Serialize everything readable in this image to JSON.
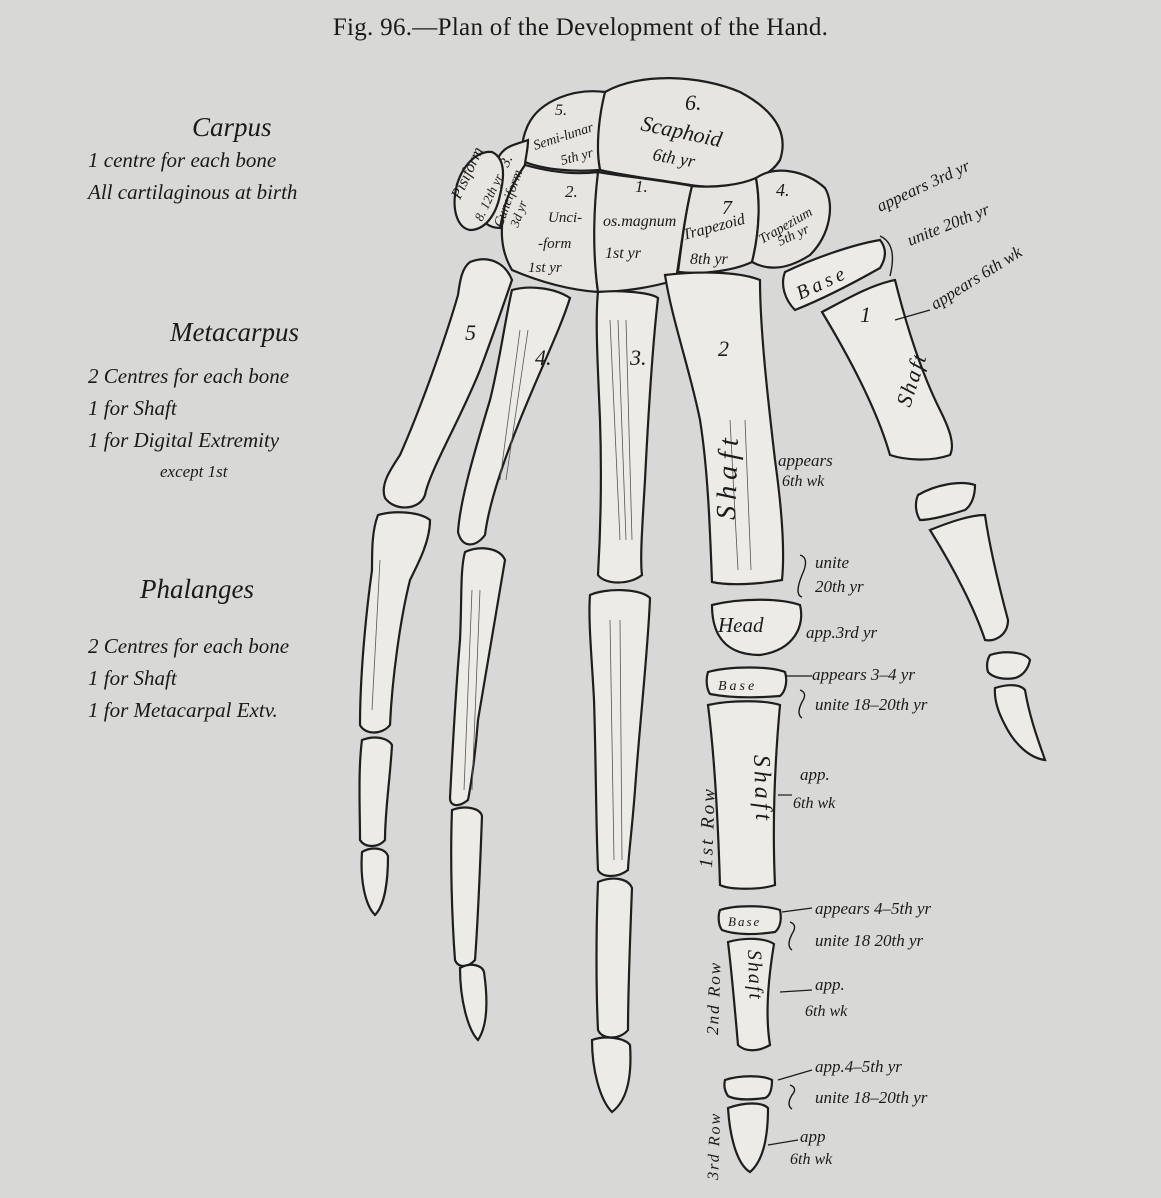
{
  "figure": {
    "title": "Fig. 96.—Plan of the Development of the Hand."
  },
  "sections": {
    "carpus": {
      "heading": "Carpus",
      "lines": [
        "1 centre for each bone",
        "All cartilaginous at birth"
      ]
    },
    "metacarpus": {
      "heading": "Metacarpus",
      "lines": [
        "2 Centres for each bone",
        "1 for Shaft",
        "1 for Digital Extremity",
        "except 1st"
      ]
    },
    "phalanges": {
      "heading": "Phalanges",
      "lines": [
        "2 Centres for each bone",
        "1 for Shaft",
        "1 for Metacarpal Extv."
      ]
    }
  },
  "carpal_bones": {
    "pisiform": {
      "num": "Pisiform",
      "time": "8. 12th yr"
    },
    "cuneiform": {
      "num": "3.",
      "name": "Cuneiform",
      "time": "3d yr"
    },
    "semilunar": {
      "num": "5.",
      "name": "Semi-lunar",
      "time": "5th yr"
    },
    "scaphoid": {
      "num": "6.",
      "name": "Scaphoid",
      "time": "6th yr"
    },
    "unciform": {
      "num": "2.",
      "name": "Unci-",
      "name2": "-form",
      "time": "1st yr"
    },
    "magnum": {
      "num": "1.",
      "name": "os.magnum",
      "time": "1st yr"
    },
    "trapezoid": {
      "num": "7",
      "name": "Trapezoid",
      "time": "8th yr"
    },
    "trapezium": {
      "num": "4.",
      "name": "Trapezium",
      "time": "5th yr"
    }
  },
  "metacarpal_labels": {
    "m5": "5",
    "m4": "4.",
    "m3": "3.",
    "m2": "2",
    "m1": "1"
  },
  "thumb": {
    "base": "Base",
    "shaft": "Shaft",
    "appears": "appears 3rd yr",
    "unite": "unite 20th yr",
    "appears_shaft": "appears 6th wk"
  },
  "second_metacarpal": {
    "shaft": "Shaft",
    "head": "Head",
    "appears": "appears",
    "appears_time": "6th wk",
    "unite": "unite",
    "unite_time": "20th yr",
    "head_app": "app.3rd yr"
  },
  "row1": {
    "row": "1st Row",
    "base": "Base",
    "shaft": "Shaft",
    "appears": "appears 3–4 yr",
    "unite": "unite 18–20th yr",
    "app": "app.",
    "app_time": "6th wk"
  },
  "row2": {
    "row": "2nd Row",
    "base": "Base",
    "shaft": "Shaft",
    "appears": "appears 4–5th yr",
    "unite": "unite 18 20th yr",
    "app": "app.",
    "app_time": "6th wk"
  },
  "row3": {
    "row": "3rd Row",
    "appears": "app.4–5th yr",
    "unite": "unite 18–20th yr",
    "app": "app",
    "app_time": "6th wk"
  }
}
